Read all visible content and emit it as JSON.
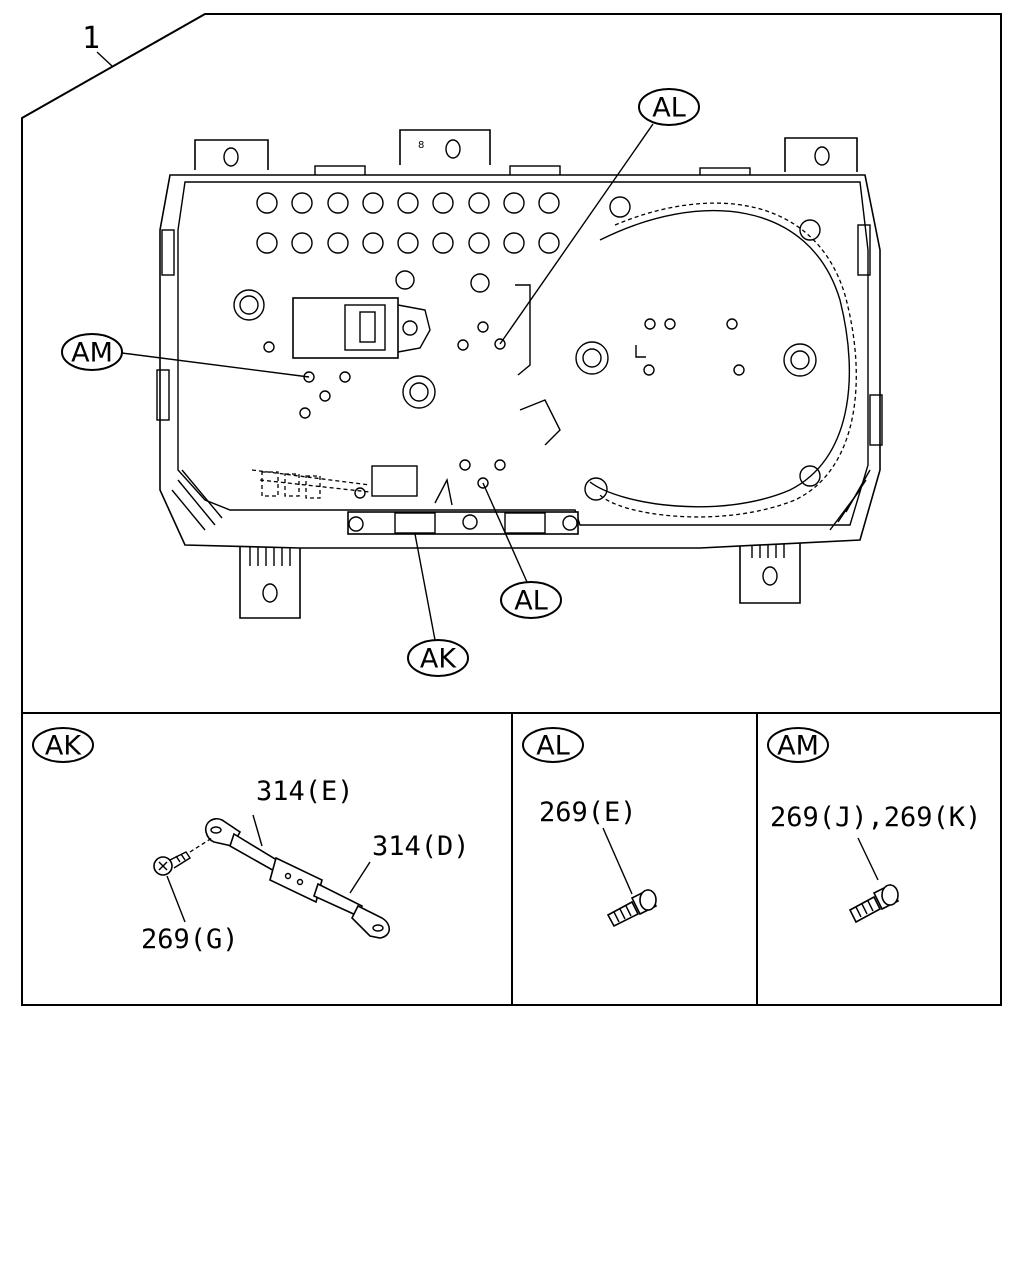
{
  "assembly_label": "1",
  "callouts": {
    "al_top": "AL",
    "am": "AM",
    "al_bottom": "AL",
    "ak": "AK"
  },
  "details": {
    "ak": {
      "tag": "AK",
      "parts": [
        "314(E)",
        "314(D)",
        "269(G)"
      ]
    },
    "al": {
      "tag": "AL",
      "parts": [
        "269(E)"
      ]
    },
    "am": {
      "tag": "AM",
      "parts": [
        "269(J),269(K)"
      ]
    }
  }
}
